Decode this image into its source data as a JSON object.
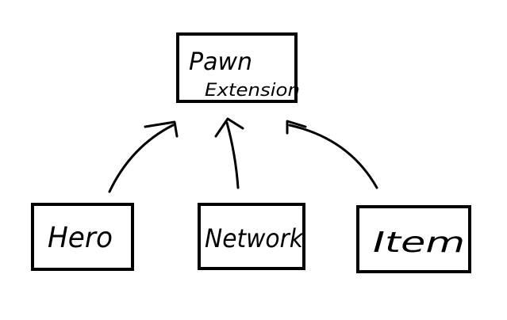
{
  "diagram": {
    "top_node": {
      "line1": "Pawn",
      "line2": "Extension"
    },
    "child_nodes": [
      {
        "label": "Hero"
      },
      {
        "label": "Network"
      },
      {
        "label": "Item"
      }
    ],
    "edges": [
      {
        "from": "Hero",
        "to": "Pawn Extension"
      },
      {
        "from": "Network",
        "to": "Pawn Extension"
      },
      {
        "from": "Item",
        "to": "Pawn Extension"
      }
    ],
    "stroke_color": "#000000",
    "background_color": "#ffffff"
  }
}
